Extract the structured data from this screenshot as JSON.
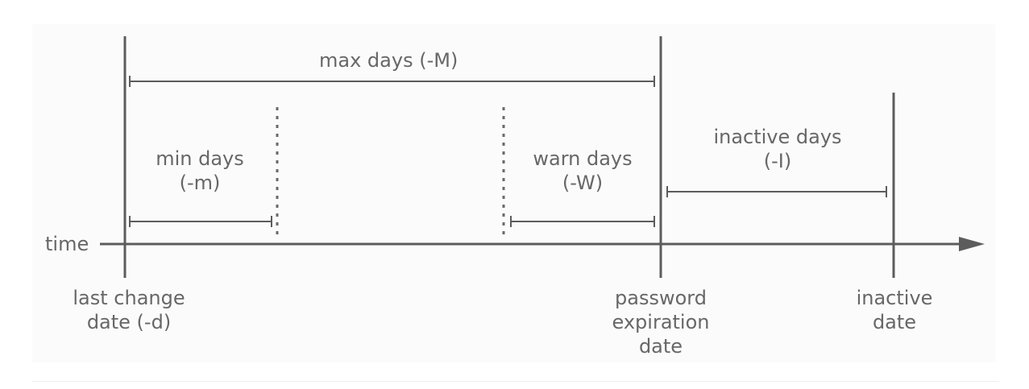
{
  "diagram": {
    "axis_label": "time",
    "spans": {
      "max": {
        "name": "max days",
        "flag": "(-M)"
      },
      "min": {
        "name": "min days",
        "flag": "(-m)"
      },
      "warn": {
        "name": "warn days",
        "flag": "(-W)"
      },
      "inactive": {
        "name": "inactive days",
        "flag": "(-I)"
      }
    },
    "milestones": {
      "last_change": {
        "line1": "last change",
        "line2": "date (-d)"
      },
      "expiration": {
        "line1": "password",
        "line2": "expiration",
        "line3": "date"
      },
      "inactive": {
        "line1": "inactive",
        "line2": "date"
      }
    }
  }
}
